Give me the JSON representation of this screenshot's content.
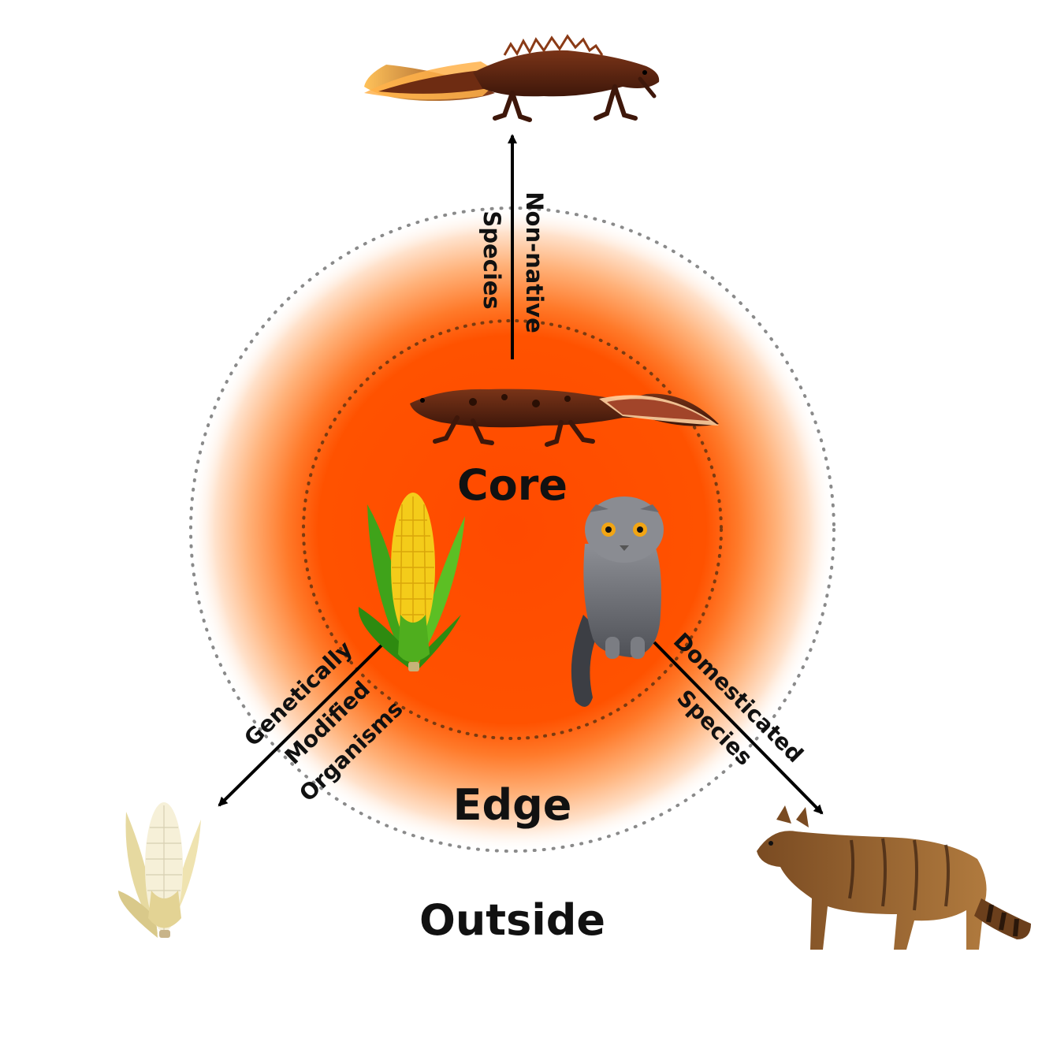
{
  "zones": {
    "core": "Core",
    "edge": "Edge",
    "outside": "Outside"
  },
  "arrows": {
    "up": {
      "line1": "Non-native",
      "line2": "Species"
    },
    "left": {
      "line1": "Genetically",
      "line2": "Modified",
      "line3": "Organisms"
    },
    "right": {
      "line1": "Domesticated",
      "line2": "Species"
    }
  },
  "colors": {
    "core_fill": "#ff4d00",
    "glow_mid": "#ff8a3d",
    "ring_dots": "#8a8a8a",
    "text": "#111111"
  },
  "icons": [
    "newt-core",
    "newt-outside",
    "corn-core",
    "corn-outside",
    "cat-core",
    "wildcat-outside"
  ]
}
